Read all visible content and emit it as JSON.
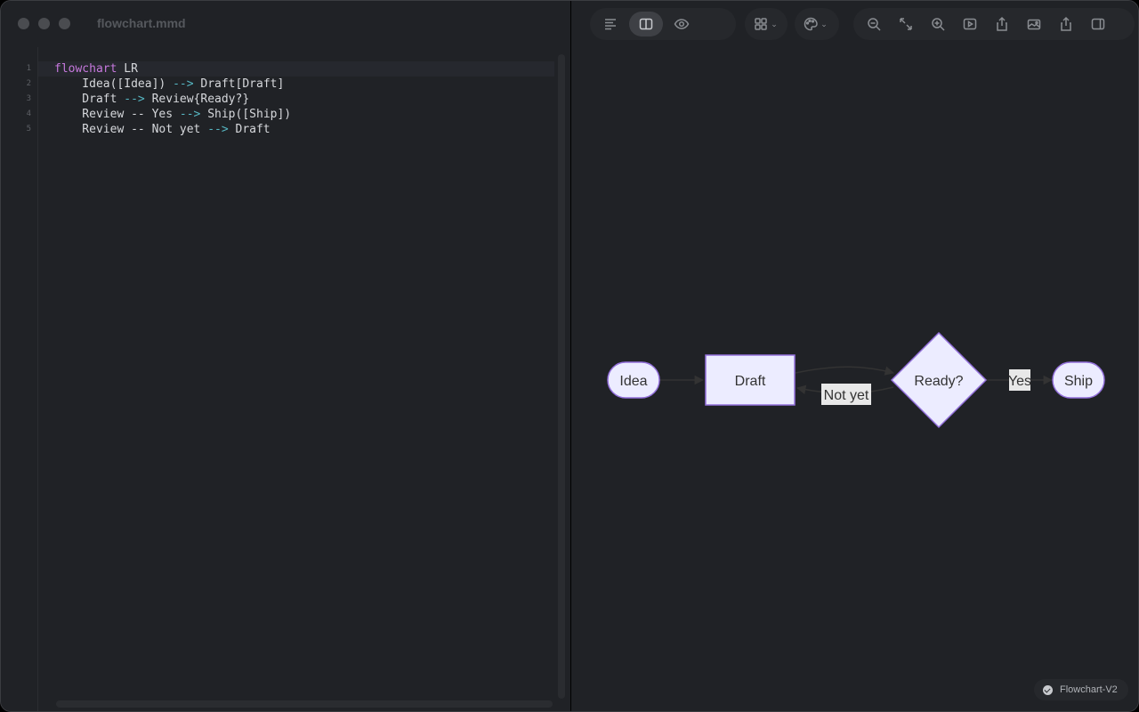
{
  "window": {
    "title": "flowchart.mmd"
  },
  "toolbar": {
    "view_modes": [
      {
        "icon": "text-lines-icon"
      },
      {
        "icon": "split-view-icon",
        "active": true
      },
      {
        "icon": "eye-icon"
      }
    ],
    "layout_icon": "grid-icon",
    "theme_icon": "palette-icon",
    "caret": "⌄",
    "actions": [
      {
        "icon": "zoom-out-icon"
      },
      {
        "icon": "fit-to-screen-icon"
      },
      {
        "icon": "zoom-in-icon"
      },
      {
        "icon": "present-icon"
      },
      {
        "icon": "export-icon"
      },
      {
        "icon": "export-image-icon"
      },
      {
        "icon": "share-icon"
      },
      {
        "icon": "sidebar-toggle-icon"
      }
    ]
  },
  "editor": {
    "line_numbers": [
      "1",
      "2",
      "3",
      "4",
      "5"
    ],
    "lines": [
      [
        "flowchart",
        " LR"
      ],
      [
        "    Idea([Idea]) ",
        "-->",
        " Draft[Draft]"
      ],
      [
        "    Draft ",
        "-->",
        " Review{Ready?}"
      ],
      [
        "    Review -- Yes ",
        "-->",
        " Ship([Ship])"
      ],
      [
        "    Review -- Not yet ",
        "-->",
        " Draft"
      ]
    ]
  },
  "diagram": {
    "nodes": {
      "idea": "Idea",
      "draft": "Draft",
      "review": "Ready?",
      "ship": "Ship"
    },
    "edge_labels": {
      "yes": "Yes",
      "not_yet": "Not yet"
    },
    "colors": {
      "node_fill": "#ECECFF",
      "node_stroke": "#9370DB",
      "edge": "#333333",
      "label_bg": "#E8E8E8"
    }
  },
  "status": {
    "label": "Flowchart-V2"
  }
}
